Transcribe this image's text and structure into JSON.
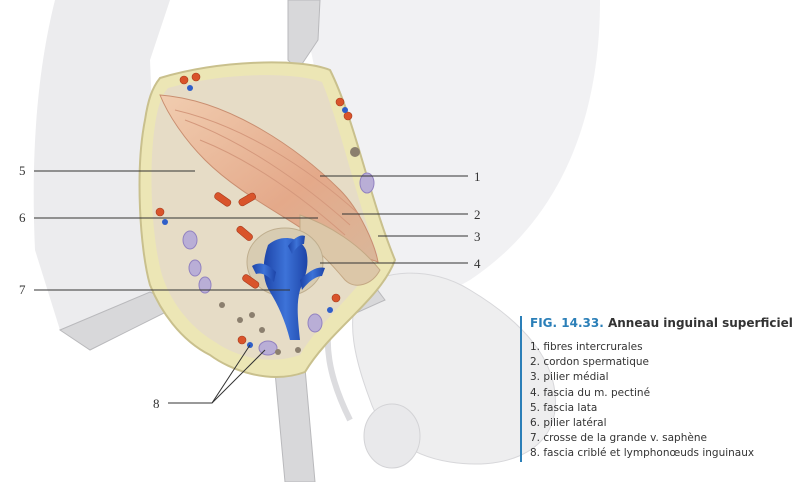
{
  "figure": {
    "number": "FIG. 14.33.",
    "title": "Anneau inguinal superficiel"
  },
  "callouts": [
    {
      "id": "1",
      "text": "1"
    },
    {
      "id": "2",
      "text": "2"
    },
    {
      "id": "3",
      "text": "3"
    },
    {
      "id": "4",
      "text": "4"
    },
    {
      "id": "5",
      "text": "5"
    },
    {
      "id": "6",
      "text": "6"
    },
    {
      "id": "7",
      "text": "7"
    },
    {
      "id": "8",
      "text": "8"
    }
  ],
  "legend": [
    "1. fibres intercrurales",
    "2. cordon spermatique",
    "3. pilier médial",
    "4. fascia du m. pectiné",
    "5. fascia lata",
    "6. pilier latéral",
    "7. crosse de la grande v. saphène",
    "8. fascia criblé et lymphonœuds inguinaux"
  ],
  "colors": {
    "accent": "#2b7fb8",
    "skin": "#efefef",
    "vein": "#2f5fc9",
    "artery": "#d9542b",
    "muscle": "#e9b99a",
    "fascia": "#e6dcc6",
    "node": "#b9aed6"
  }
}
